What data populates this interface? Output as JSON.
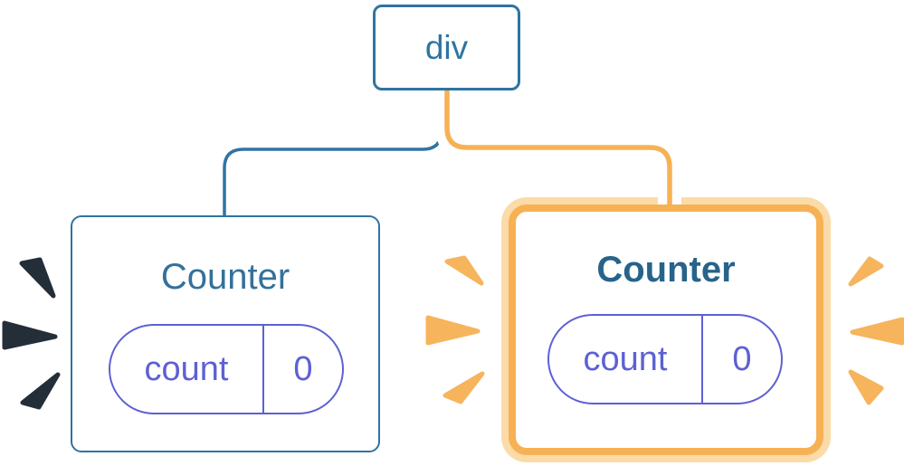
{
  "diagram": {
    "type": "component-tree",
    "root": {
      "label": "div"
    },
    "children": [
      {
        "label": "Counter",
        "state": {
          "name": "count",
          "value": "0"
        },
        "highlighted": false,
        "edge_color": "#2F74A3",
        "burst_marks": {
          "color": "#242E39",
          "sides": [
            "left"
          ]
        }
      },
      {
        "label": "Counter",
        "state": {
          "name": "count",
          "value": "0"
        },
        "highlighted": true,
        "edge_color": "#F7B155",
        "burst_marks": {
          "color": "#F6B45C",
          "sides": [
            "left",
            "right"
          ]
        }
      }
    ],
    "colors": {
      "node_border_blue": "#2E74A2",
      "edge_blue": "#2F74A3",
      "edge_orange": "#F7B155",
      "edge_casing_white": "#FFFFFF",
      "highlight_inner_border": "#F7B155",
      "highlight_outer_border": "#FBDBA8",
      "state_pill_purple": "#5E60D4",
      "title_blue_left": "#34719A",
      "title_blue_right": "#27638A",
      "burst_ink": "#242E39",
      "burst_orange": "#F6B45C",
      "background": "#FFFFFF"
    }
  }
}
